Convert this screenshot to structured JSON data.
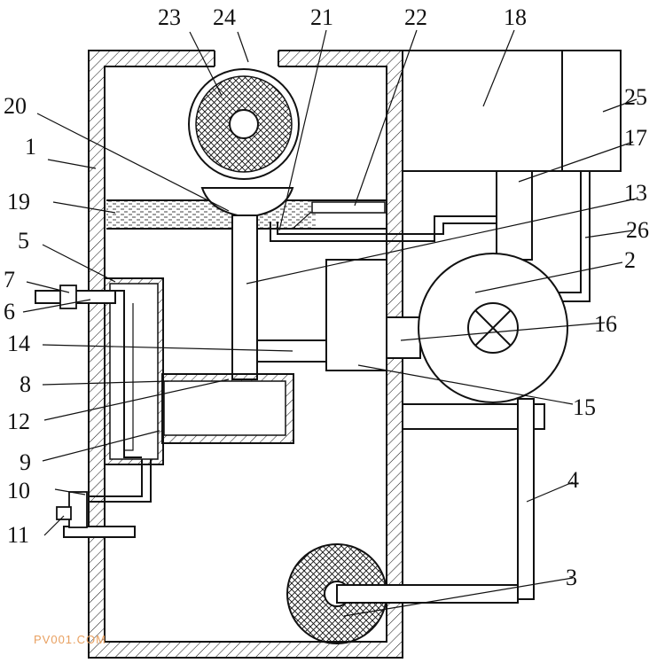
{
  "callouts": {
    "n1": "1",
    "n2": "2",
    "n3": "3",
    "n4": "4",
    "n5": "5",
    "n6": "6",
    "n7": "7",
    "n8": "8",
    "n9": "9",
    "n10": "10",
    "n11": "11",
    "n12": "12",
    "n13": "13",
    "n14": "14",
    "n15": "15",
    "n16": "16",
    "n17": "17",
    "n18": "18",
    "n19": "19",
    "n20": "20",
    "n21": "21",
    "n22": "22",
    "n23": "23",
    "n24": "24",
    "n25": "25",
    "n26": "26"
  },
  "watermark": "PV001.COM",
  "colors": {
    "line": "#111111",
    "watermark": "#e8a060"
  }
}
